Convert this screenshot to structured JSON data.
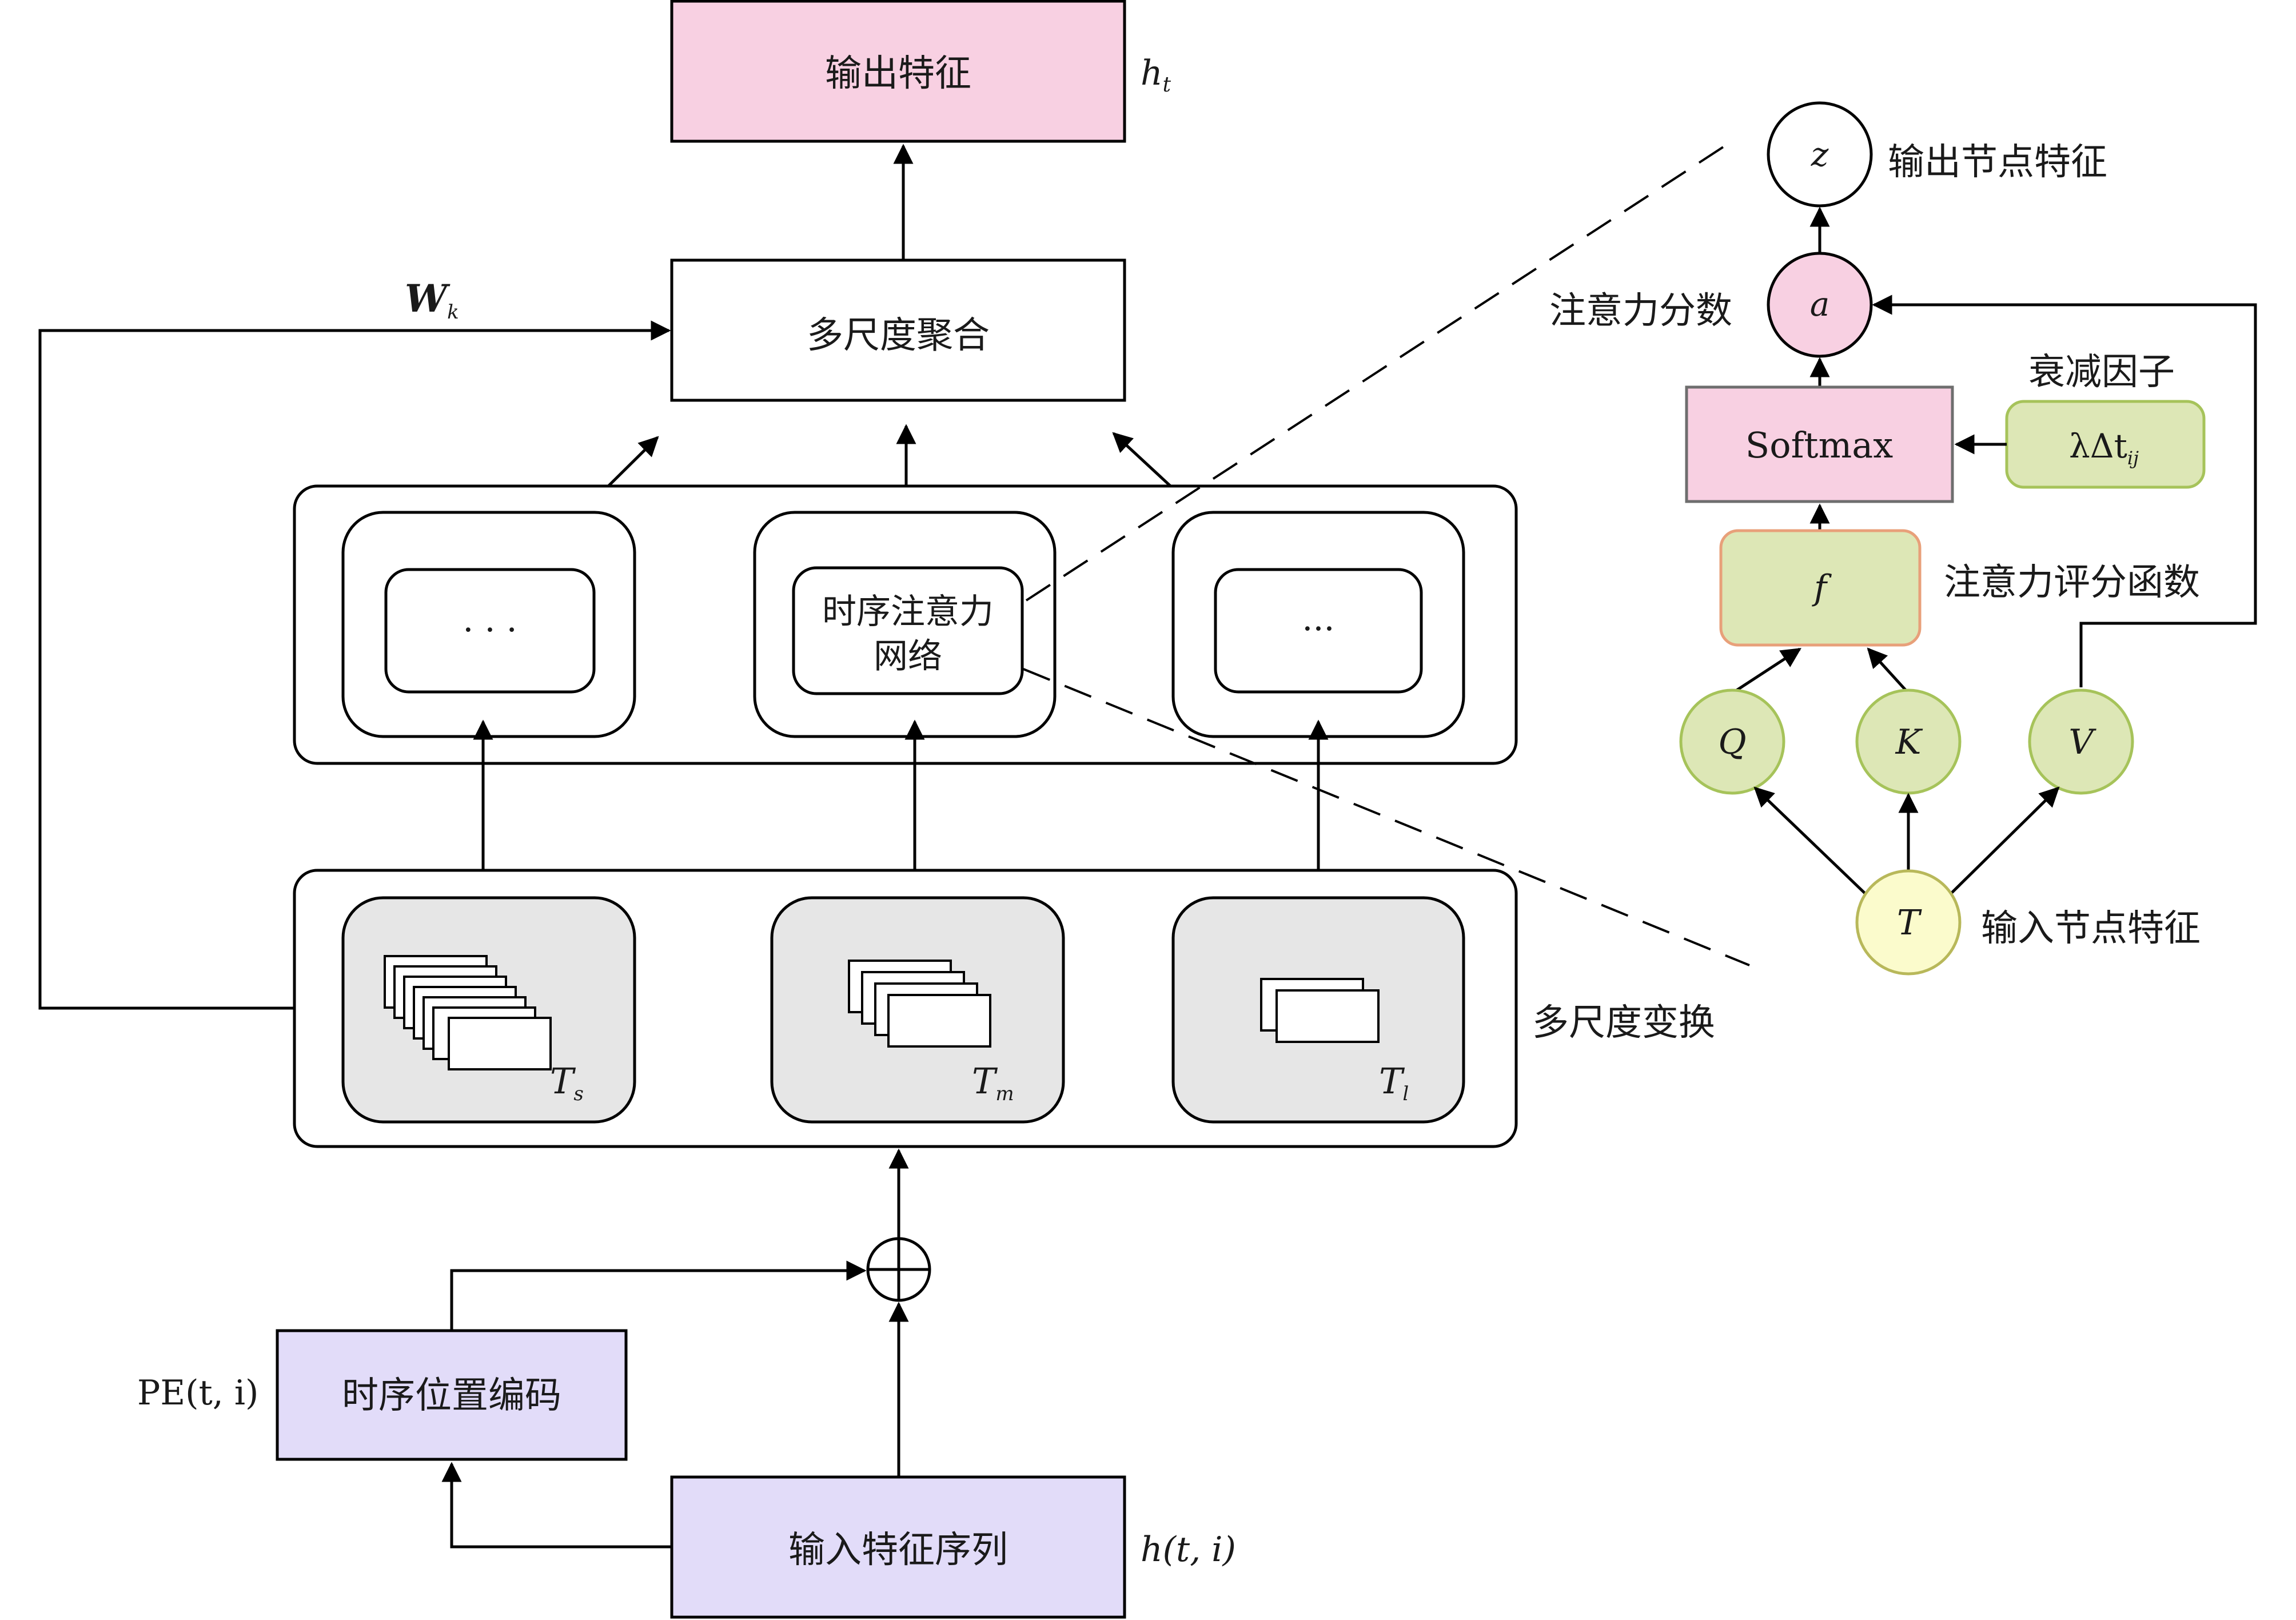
{
  "colors": {
    "pink": "#f8d0e2",
    "lavender": "#e2dcf9",
    "green": "#dde7b6",
    "greenStroke": "#a6c35a",
    "yellow": "#fbfbcc",
    "gray": "#e6e6e6",
    "orangeStroke": "#e8a07a"
  },
  "left": {
    "output_feature": "输出特征",
    "h_t": "h",
    "h_t_sub": "t",
    "aggregation": "多尺度聚合",
    "W_k": "W",
    "W_k_sub": "k",
    "module_left": "· · ·",
    "module_center_line1": "时序注意力",
    "module_center_line2": "网络",
    "module_right": "···",
    "multiscale_transform": "多尺度变换",
    "T_s": "T",
    "T_s_sub": "s",
    "T_m": "T",
    "T_m_sub": "m",
    "T_l": "T",
    "T_l_sub": "l",
    "pos_encoding": "时序位置编码",
    "pe_label": "PE(t, i)",
    "input_sequence": "输入特征序列",
    "h_ti": "h(t, i)"
  },
  "right": {
    "z": "z",
    "output_node_feature": "输出节点特征",
    "a": "a",
    "attention_score": "注意力分数",
    "softmax": "Softmax",
    "decay_factor": "衰减因子",
    "decay_formula": "λΔt",
    "decay_sub": "ij",
    "f": "f",
    "scoring_function": "注意力评分函数",
    "Q": "Q",
    "K": "K",
    "V": "V",
    "T": "T",
    "input_node_feature": "输入节点特征"
  }
}
